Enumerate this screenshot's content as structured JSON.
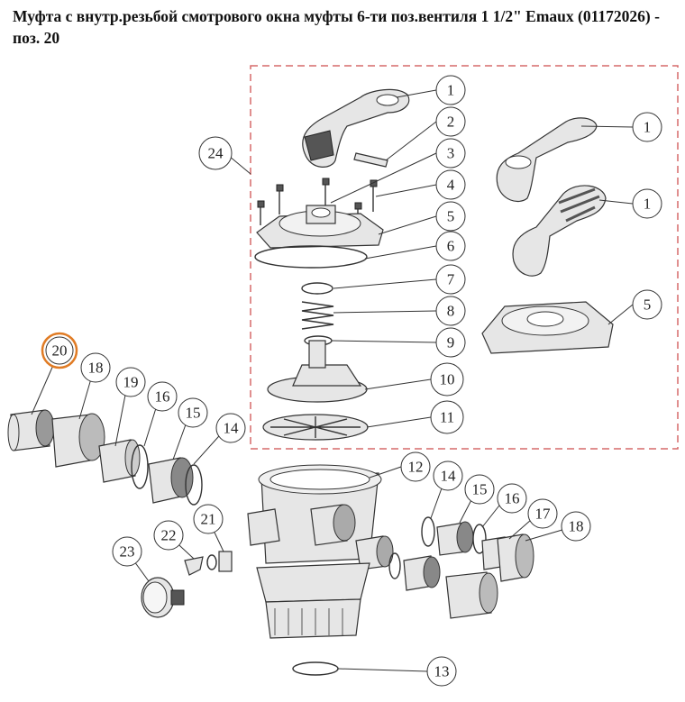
{
  "title": "Муфта с внутр.резьбой смотрового окна муфты 6-ти поз.вентиля 1 1/2\" Emaux (01172026) - поз. 20",
  "colors": {
    "highlight": "#e07b24",
    "frame": "#d66a6a",
    "ink": "#333333"
  },
  "callouts": [
    {
      "id": "c1a",
      "label": "1"
    },
    {
      "id": "c2",
      "label": "2"
    },
    {
      "id": "c3",
      "label": "3"
    },
    {
      "id": "c4",
      "label": "4"
    },
    {
      "id": "c5a",
      "label": "5"
    },
    {
      "id": "c6",
      "label": "6"
    },
    {
      "id": "c7",
      "label": "7"
    },
    {
      "id": "c8",
      "label": "8"
    },
    {
      "id": "c9",
      "label": "9"
    },
    {
      "id": "c10",
      "label": "10"
    },
    {
      "id": "c11",
      "label": "11"
    },
    {
      "id": "c24",
      "label": "24"
    },
    {
      "id": "c1b",
      "label": "1"
    },
    {
      "id": "c1c",
      "label": "1"
    },
    {
      "id": "c5b",
      "label": "5"
    },
    {
      "id": "c20",
      "label": "20"
    },
    {
      "id": "c18a",
      "label": "18"
    },
    {
      "id": "c19",
      "label": "19"
    },
    {
      "id": "c16a",
      "label": "16"
    },
    {
      "id": "c15a",
      "label": "15"
    },
    {
      "id": "c14a",
      "label": "14"
    },
    {
      "id": "c12",
      "label": "12"
    },
    {
      "id": "c14b",
      "label": "14"
    },
    {
      "id": "c15b",
      "label": "15"
    },
    {
      "id": "c16b",
      "label": "16"
    },
    {
      "id": "c17",
      "label": "17"
    },
    {
      "id": "c18b",
      "label": "18"
    },
    {
      "id": "c21",
      "label": "21"
    },
    {
      "id": "c22",
      "label": "22"
    },
    {
      "id": "c23",
      "label": "23"
    },
    {
      "id": "c13",
      "label": "13"
    }
  ]
}
